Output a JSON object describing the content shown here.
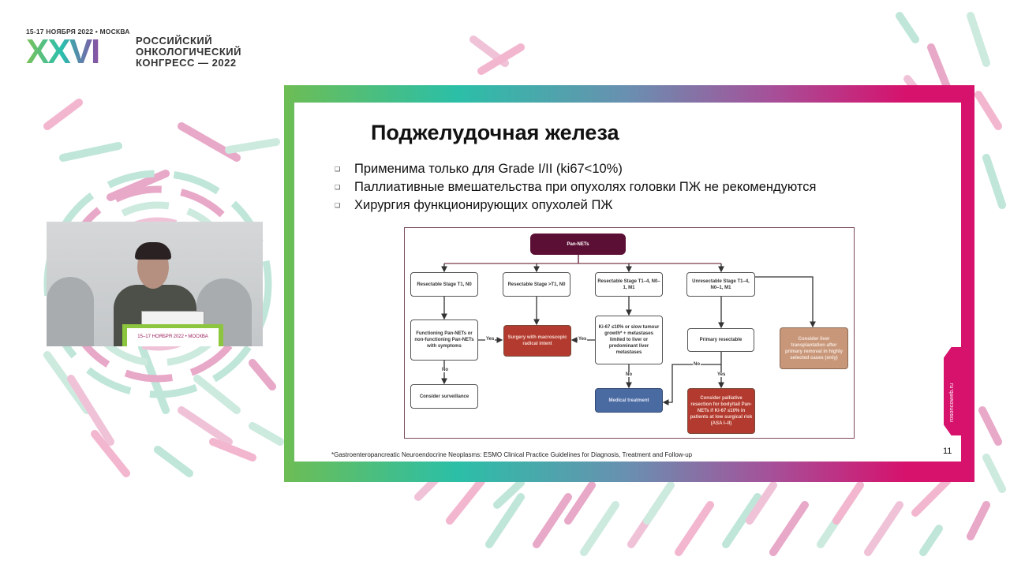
{
  "logo": {
    "date": "15-17 НОЯБРЯ 2022 • МОСКВА",
    "numeral": "XXVI",
    "lines": [
      "РОССИЙСКИЙ",
      "ОНКОЛОГИЧЕСКИЙ",
      "КОНГРЕСС — 2022"
    ]
  },
  "video": {
    "podium_text": "15–17 НОЯБРЯ 2022 • МОСКВА"
  },
  "slide": {
    "title": "Поджелудочная железа",
    "bullets": [
      "Применима только для Grade I/II (ki67<10%)",
      "Паллиативные вмешательства при опухолях головки ПЖ не рекомендуются",
      "Хирургия функционирующих опухолей ПЖ"
    ],
    "flowchart": {
      "root": "Pan-NETs",
      "resectable_t1": "Resectable Stage T1, N0",
      "resectable_gt1": "Resectable Stage >T1, N0",
      "resectable_m1": "Resectable Stage T1–4, N0–1, M1",
      "unresectable": "Unresectable Stage T1–4, N0–1, M1",
      "functioning": "Functioning Pan-NETs or non-functioning Pan-NETs with symptoms",
      "surgery": "Surgery with macroscopic radical intent",
      "ki67": "Ki-67 ≤10% or slow tumour growth* + metastases limited to liver or predominant liver metastases",
      "primary_resectable": "Primary resectable",
      "liver_transplant": "Consider liver transplantation after primary removal in highly selected cases (only)",
      "surveillance": "Consider surveillance",
      "medical": "Medical treatment",
      "palliative": "Consider palliative resection for body/tail Pan-NETs if Ki-67 ≤10% in patients at low surgical risk (ASA I–II)",
      "yes": "Yes",
      "no": "No"
    },
    "footnote": "*Gastroenteropancreatic Neuroendocrine Neoplasms: ESMO Clinical Practice Guidelines for Diagnosis, Treatment and Follow-up",
    "page_number": "11"
  },
  "side_tab": "rosoncoweb.ru",
  "colors": {
    "green": "#6dbd54",
    "teal": "#2bbfa7",
    "purple": "#a4529a",
    "pink": "#d6126d",
    "maroon": "#5c0f34"
  }
}
